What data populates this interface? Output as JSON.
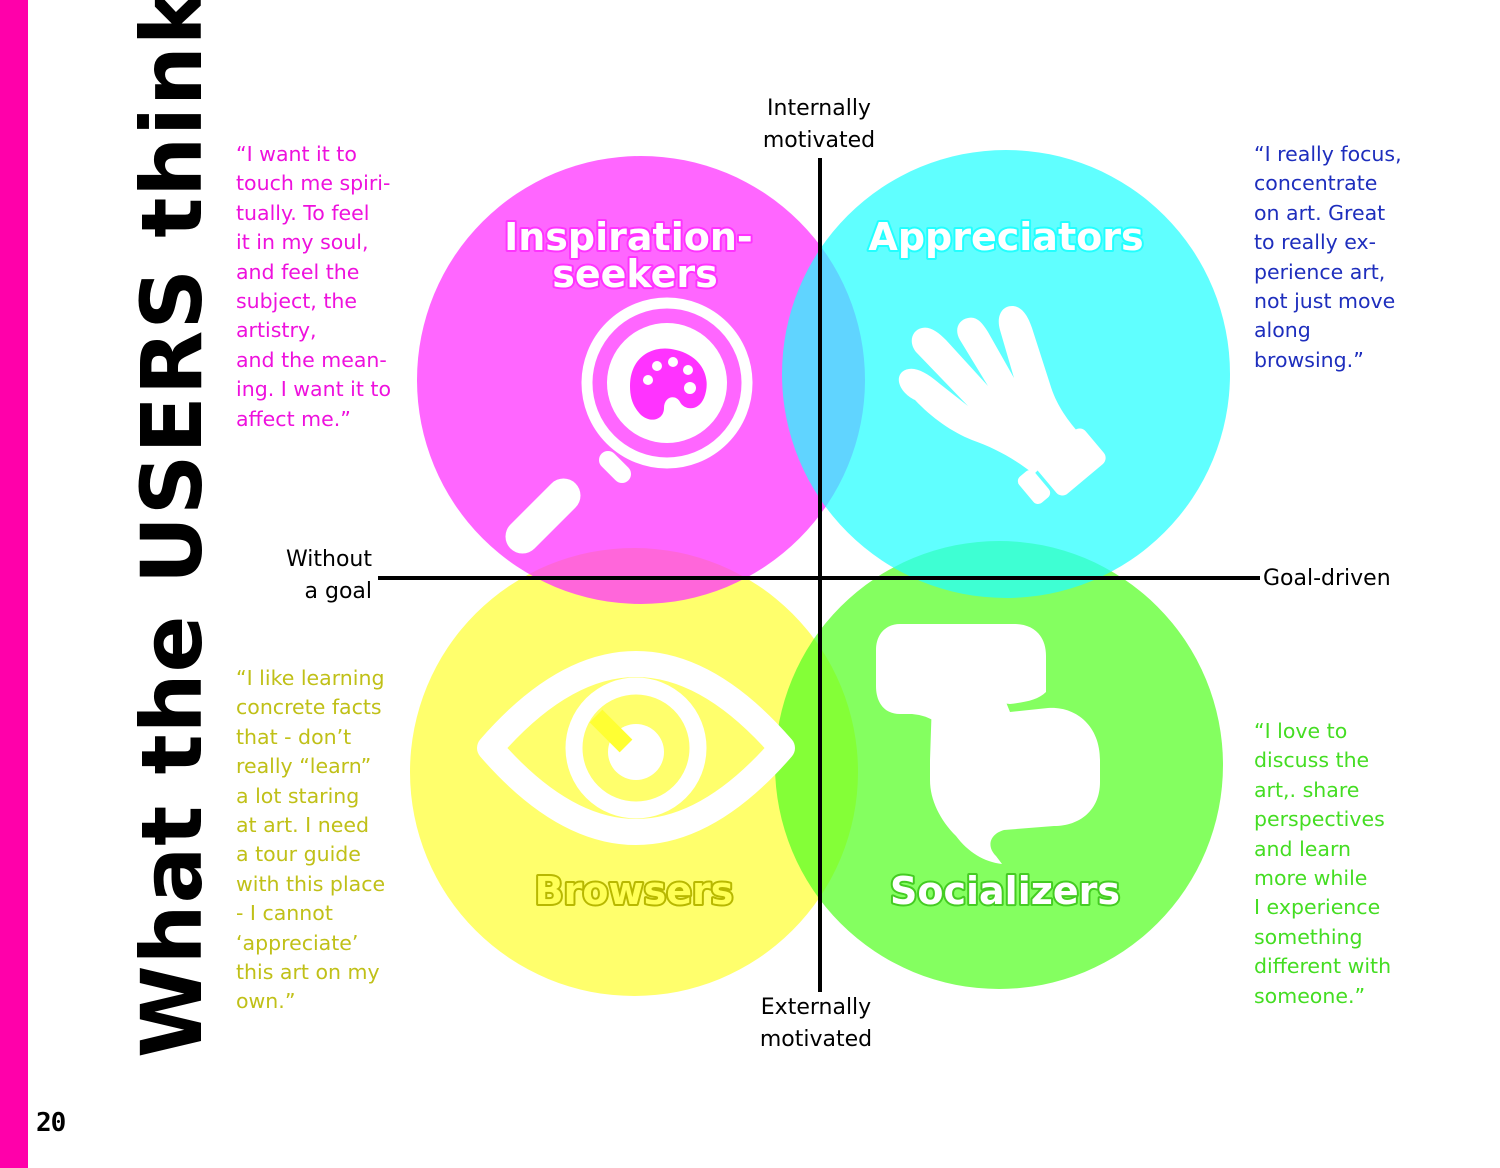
{
  "page": {
    "title": "What the USERS think!",
    "page_number": "20",
    "accent_color": "#ff00aa"
  },
  "axes": {
    "top": "Internally\nmotivated",
    "bottom": "Externally\nmotivated",
    "left": "Without\na goal",
    "right": "Goal-driven"
  },
  "quadrants": [
    {
      "id": "inspiration-seekers",
      "title_lines": [
        "Inspiration-",
        "seekers"
      ],
      "color": "#ff33ff",
      "text_color": "#ee11dd",
      "icon": "magnifier-palette-icon",
      "quote": "“I want it to\ntouch me spiri-\ntually. To feel\nit in my soul,\nand feel the\nsubject, the\nartistry,\nand the mean-\ning. I want it to\naffect me.”"
    },
    {
      "id": "appreciators",
      "title_lines": [
        "Appreciators"
      ],
      "color": "#22ffff",
      "text_color": "#1e2ebd",
      "icon": "glove-hand-icon",
      "quote": "“I really focus,\nconcentrate\non art. Great\nto really ex-\nperience art,\nnot just move\nalong\nbrowsing.”"
    },
    {
      "id": "browsers",
      "title_lines": [
        "Browsers"
      ],
      "color": "#ffff33",
      "text_color": "#c0c018",
      "icon": "eye-icon",
      "quote": "“I like learning\nconcrete facts\nthat - don’t\nreally “learn”\na lot staring\nat art. I need\na tour guide\nwith this place\n- I cannot\n‘appreciate’\nthis art on my\nown.”"
    },
    {
      "id": "socializers",
      "title_lines": [
        "Socializers"
      ],
      "color": "#55ff22",
      "text_color": "#44dd22",
      "icon": "speech-bubbles-icon",
      "quote": "“I love to\ndiscuss the\nart,. share\nperspectives\nand learn\nmore while\nI experience\nsomething\ndifferent with\nsomeone.”"
    }
  ]
}
